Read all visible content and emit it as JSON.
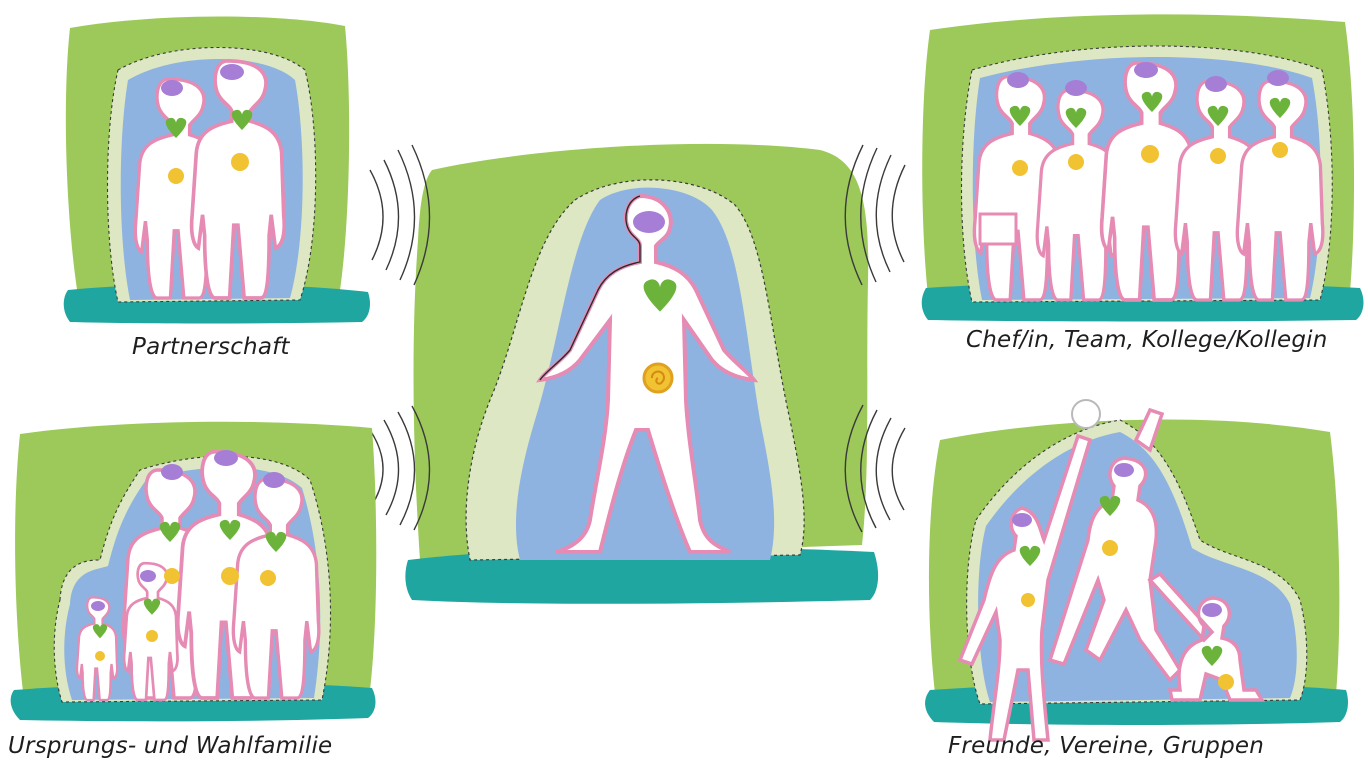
{
  "panels": {
    "partnership": {
      "caption": "Partnerschaft"
    },
    "work": {
      "caption": "Chef/in, Team, Kollege/Kollegin"
    },
    "family": {
      "caption": "Ursprungs- und Wahlfamilie"
    },
    "friends": {
      "caption": "Freunde, Vereine, Gruppen"
    }
  },
  "colors": {
    "outer_field": "#9cc95a",
    "inner_aura": "#8fb3e0",
    "pale_ring": "#dde7c4",
    "ground": "#20a6a1",
    "body_outline": "#e58bb4",
    "heart": "#6bb33a",
    "solar_spiral": "#f1c232",
    "head_crown": "#a77ed6"
  }
}
